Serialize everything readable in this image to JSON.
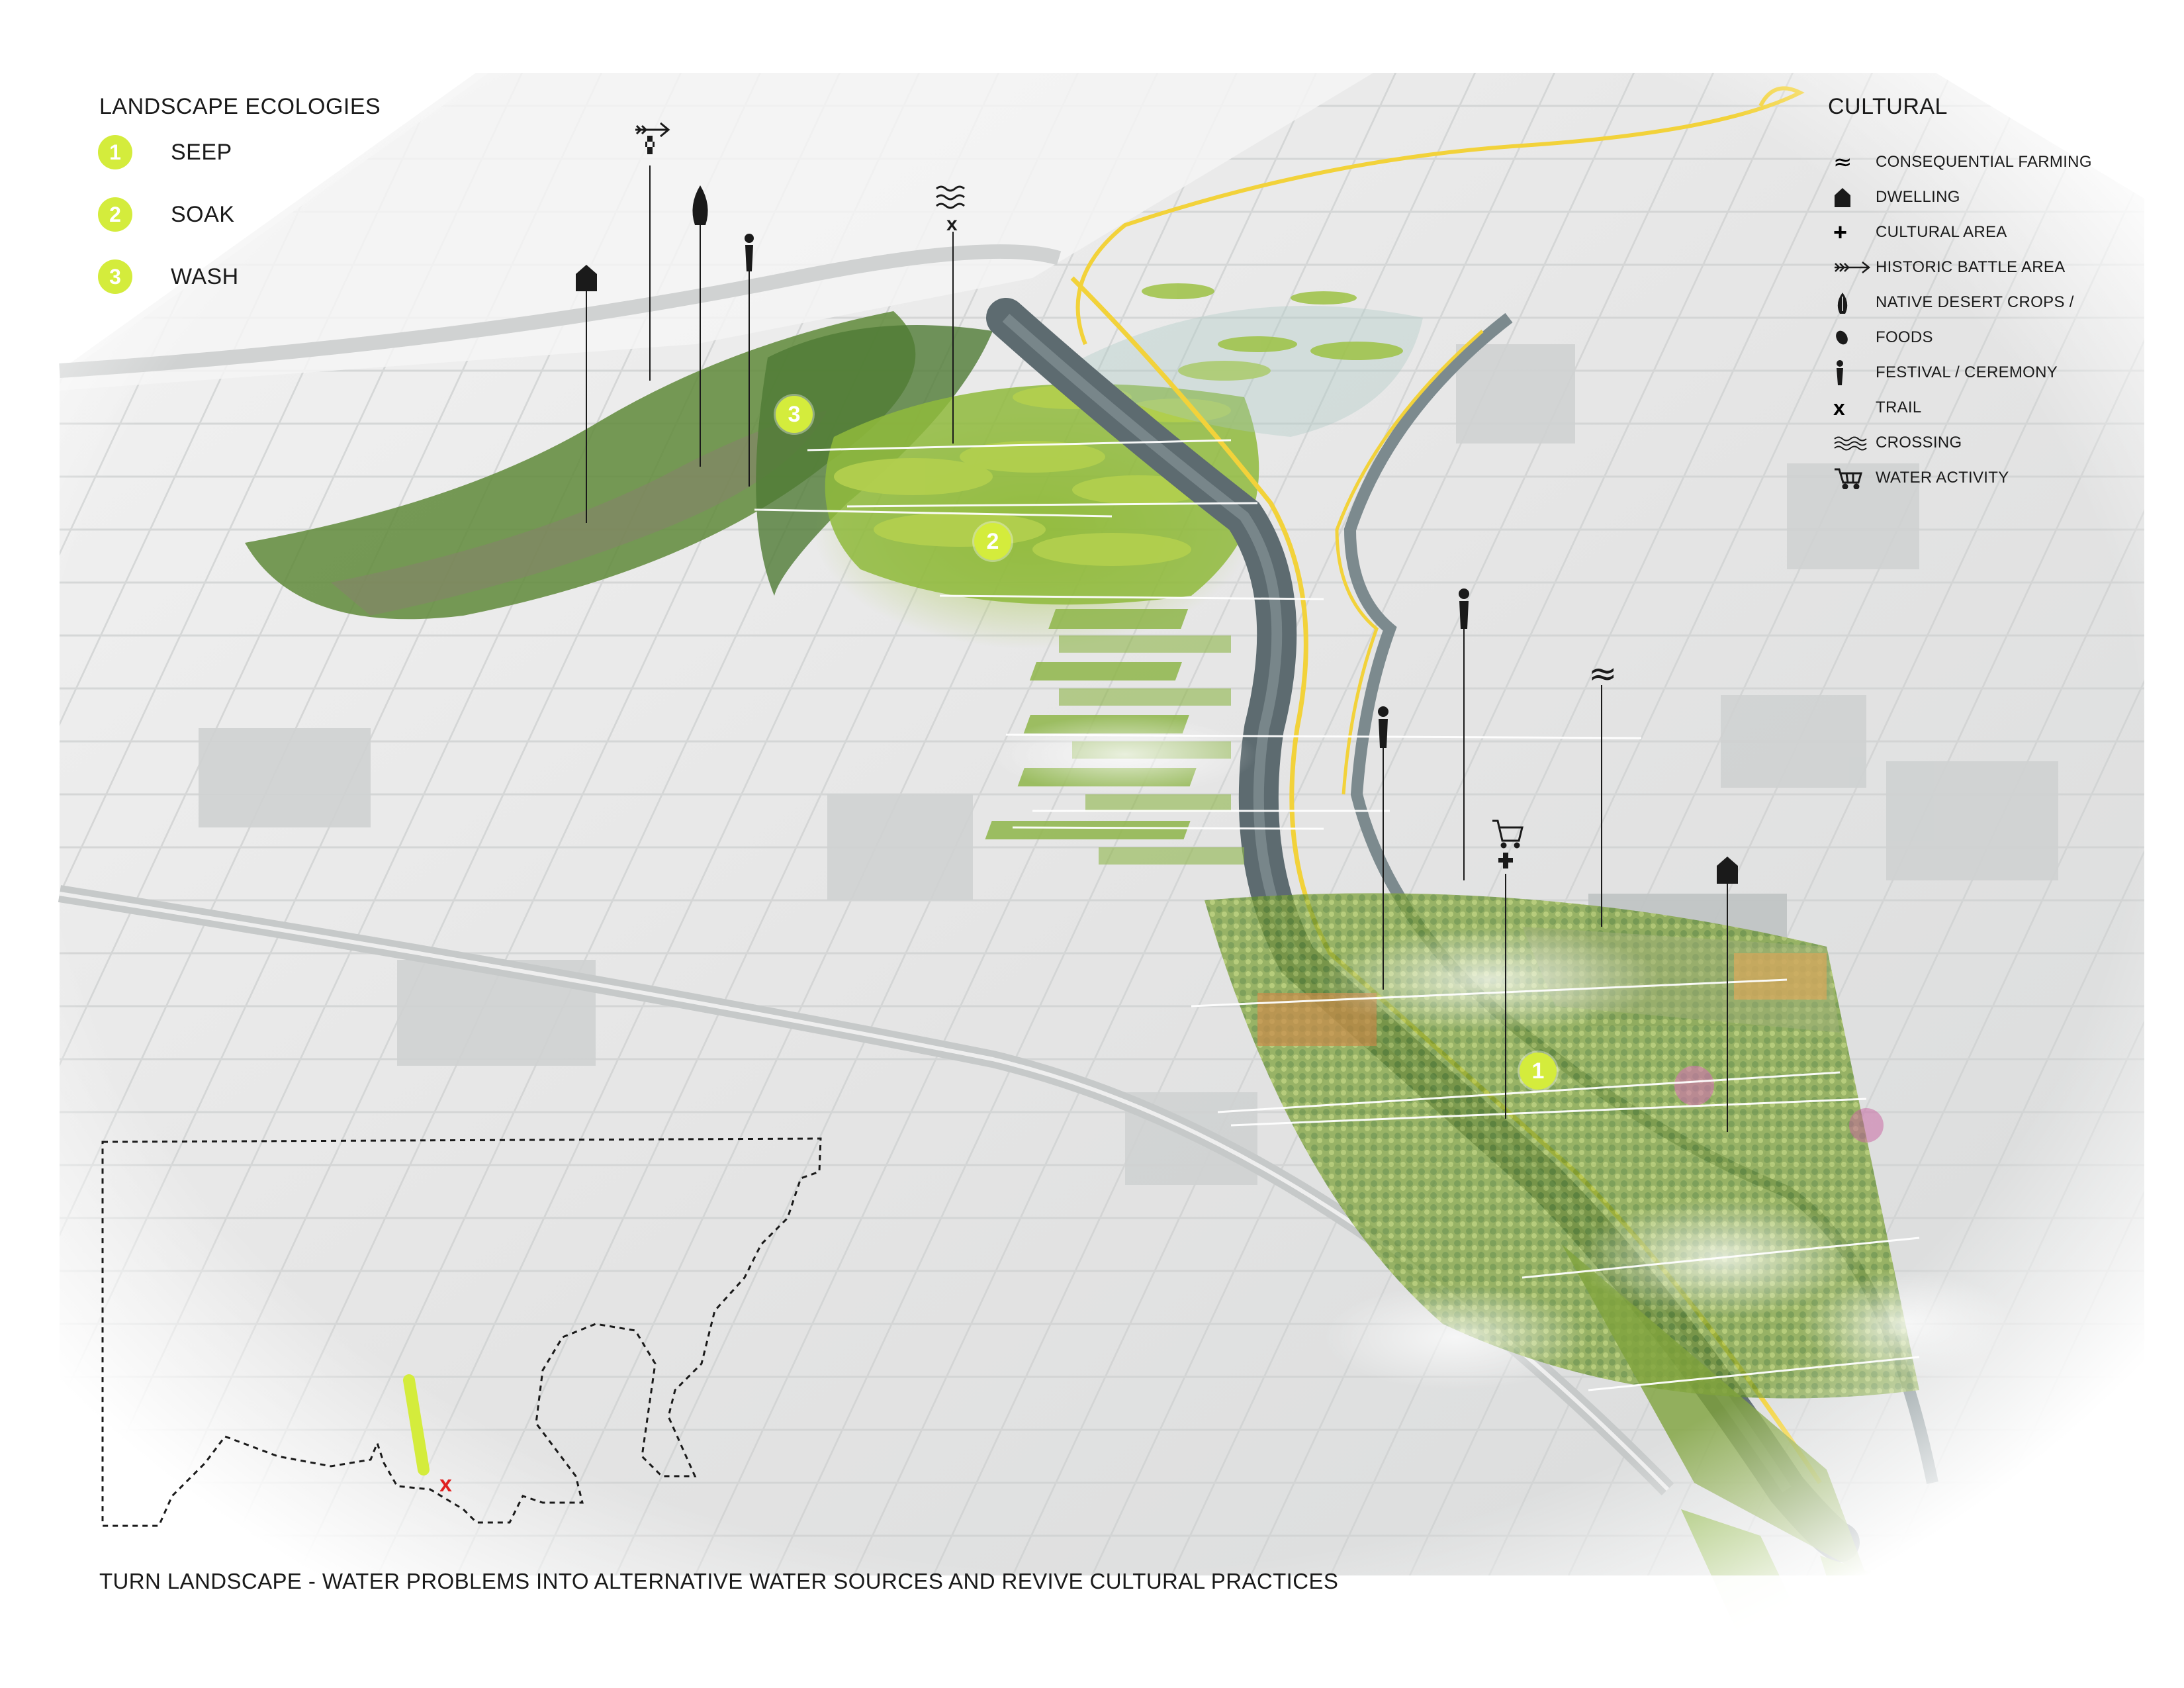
{
  "colors": {
    "accent_green": "#d4ec3c",
    "canal": "#5d6b70",
    "canal_edge": "#f2d23a",
    "vegetation": "#6f9a3a",
    "wetland": "#8fba3c",
    "ground": "#e6e6e6",
    "ink": "#1a1a1a",
    "marker_red": "#e02020"
  },
  "landscape_ecologies": {
    "title": "LANDSCAPE ECOLOGIES",
    "items": [
      {
        "number": "1",
        "label": "SEEP"
      },
      {
        "number": "2",
        "label": "SOAK"
      },
      {
        "number": "3",
        "label": "WASH"
      }
    ]
  },
  "cultural": {
    "title": "CULTURAL",
    "items": [
      {
        "icon": "approx-icon",
        "glyph": "≈",
        "label": "CONSEQUENTIAL FARMING"
      },
      {
        "icon": "dwelling-icon",
        "glyph": "",
        "label": "DWELLING"
      },
      {
        "icon": "cross-icon",
        "glyph": "+",
        "label": "CULTURAL AREA"
      },
      {
        "icon": "arrow-icon",
        "glyph": "",
        "label": "HISTORIC BATTLE AREA"
      },
      {
        "icon": "plant-icon",
        "glyph": "",
        "label": "NATIVE DESERT CROPS /"
      },
      {
        "icon": "seed-icon",
        "glyph": "",
        "label": "FOODS"
      },
      {
        "icon": "person-icon",
        "glyph": "",
        "label": "FESTIVAL / CEREMONY"
      },
      {
        "icon": "x-icon",
        "glyph": "x",
        "label": "TRAIL"
      },
      {
        "icon": "waves-icon",
        "glyph": "",
        "label": "CROSSING"
      },
      {
        "icon": "cart-icon",
        "glyph": "",
        "label": "WATER ACTIVITY"
      }
    ]
  },
  "map_markers": [
    {
      "number": "1",
      "type": "seep"
    },
    {
      "number": "2",
      "type": "soak"
    },
    {
      "number": "3",
      "type": "wash"
    }
  ],
  "caption": "TURN LANDSCAPE - WATER PROBLEMS INTO ALTERNATIVE WATER SOURCES AND REVIVE CULTURAL PRACTICES"
}
